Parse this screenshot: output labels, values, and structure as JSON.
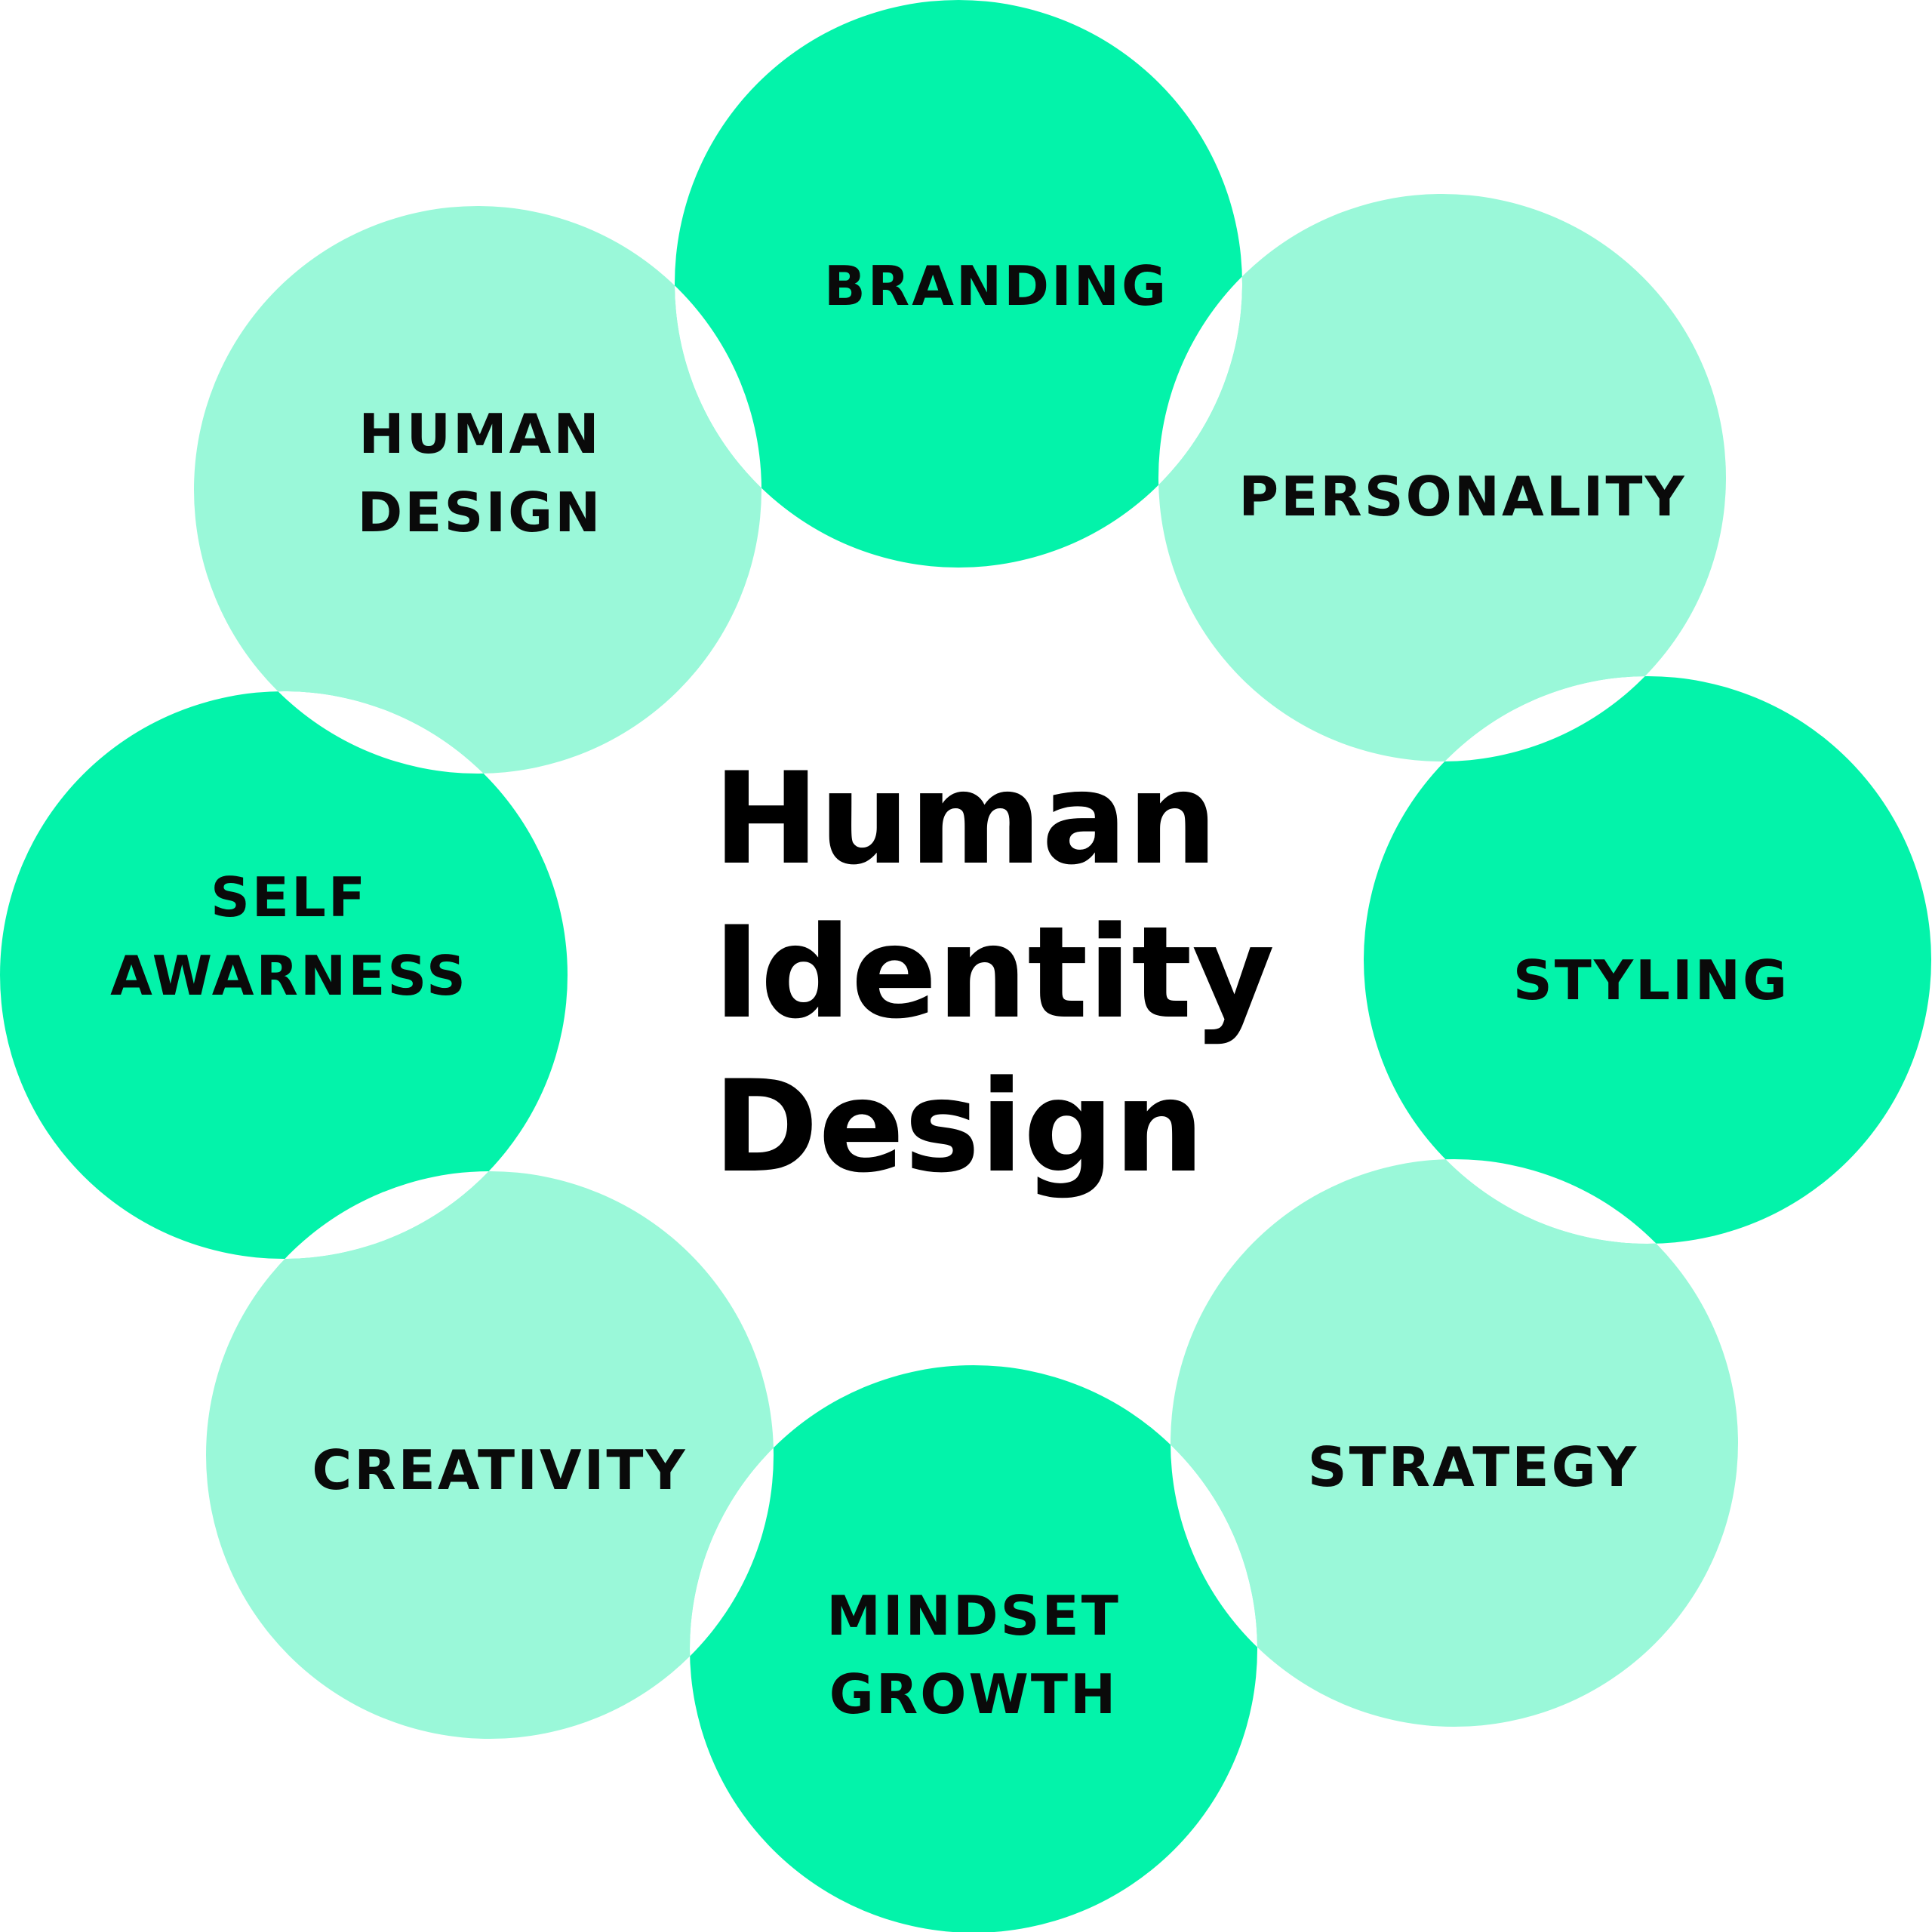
{
  "colors": {
    "dark": "#03f3aa",
    "light": "#9af8d9",
    "text": "#0a0a0a",
    "background": "#ffffff"
  },
  "center": {
    "lines": [
      "Human",
      "Identity",
      "Design"
    ]
  },
  "nodes": [
    {
      "id": "branding",
      "tone": "dark",
      "label_lines": [
        "BRANDING"
      ]
    },
    {
      "id": "personality",
      "tone": "light",
      "label_lines": [
        "PERSONALITY"
      ]
    },
    {
      "id": "styling",
      "tone": "dark",
      "label_lines": [
        "STYLING"
      ]
    },
    {
      "id": "strategy",
      "tone": "light",
      "label_lines": [
        "STRATEGY"
      ]
    },
    {
      "id": "mindset-growth",
      "tone": "dark",
      "label_lines": [
        "MINDSET",
        "GROWTH"
      ]
    },
    {
      "id": "creativity",
      "tone": "light",
      "label_lines": [
        "CREATIVITY"
      ]
    },
    {
      "id": "self-awareness",
      "tone": "dark",
      "label_lines": [
        "SELF",
        "AWARNESS"
      ]
    },
    {
      "id": "human-design",
      "tone": "light",
      "label_lines": [
        "HUMAN",
        "DESIGN"
      ]
    }
  ]
}
